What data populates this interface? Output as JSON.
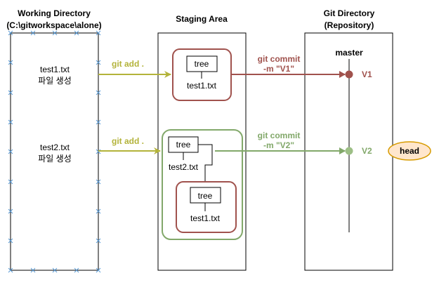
{
  "working_directory": {
    "title_line1": "Working Directory",
    "title_line2": "(C:\\gitworkspace\\alone)",
    "file1_name": "test1.txt",
    "file1_action": "파일 생성",
    "file2_name": "test2.txt",
    "file2_action": "파일 생성"
  },
  "staging_area": {
    "title": "Staging Area",
    "block1": {
      "tree_label": "tree",
      "file_label": "test1.txt"
    },
    "block2": {
      "tree_label": "tree",
      "file_label": "test2.txt",
      "nested_tree_label": "tree",
      "nested_file_label": "test1.txt"
    }
  },
  "git_directory": {
    "title_line1": "Git Directory",
    "title_line2": "(Repository)",
    "branch_label": "master",
    "commit1_label": "V1",
    "commit2_label": "V2",
    "head_label": "head"
  },
  "arrows": {
    "add1_label": "git add .",
    "add2_label": "git add .",
    "commit1_line1": "git commit",
    "commit1_line2": "-m \"V1\"",
    "commit2_line1": "git commit",
    "commit2_line2": "-m \"V2\""
  },
  "colors": {
    "add_arrow": "#b3b33a",
    "commit1": "#a0524d",
    "commit2": "#82a86a",
    "head_fill": "#ffe6cc",
    "head_stroke": "#d79b00",
    "handle_marks": "#5b9bd5"
  }
}
